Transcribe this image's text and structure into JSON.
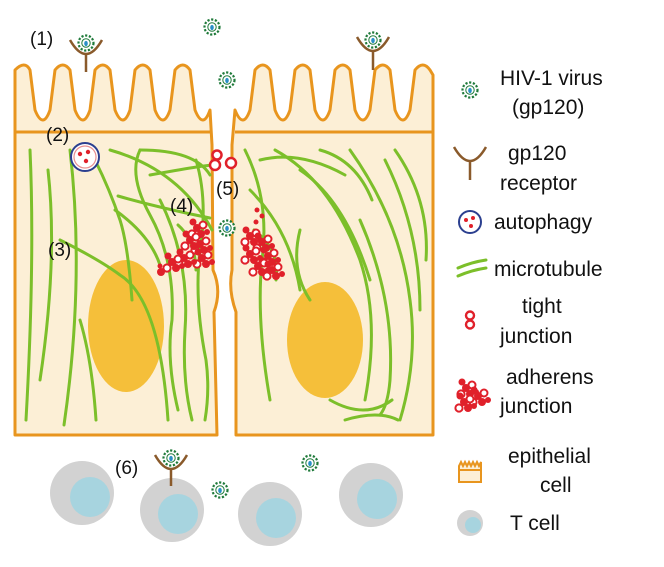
{
  "callouts": {
    "c1": "(1)",
    "c2": "(2)",
    "c3": "(3)",
    "c4": "(4)",
    "c5": "(5)",
    "c6": "(6)"
  },
  "legend": {
    "virus_l1": "HIV-1 virus",
    "virus_l2": "(gp120)",
    "receptor_l1": "gp120",
    "receptor_l2": "receptor",
    "autophagy": "autophagy",
    "microtubule": "microtubule",
    "tight_l1": "tight",
    "tight_l2": "junction",
    "adherens_l1": "adherens",
    "adherens_l2": "junction",
    "epithelial_l1": "epithelial",
    "epithelial_l2": "cell",
    "tcell": "T cell"
  },
  "colors": {
    "cell_fill": "#fcefd6",
    "cell_outline": "#e8951e",
    "nucleus": "#f5bf3a",
    "microtubule": "#7cbf2a",
    "junction": "#e0202a",
    "receptor": "#8a5a2b",
    "virus_spikes": "#1f7a3a",
    "virus_core": "#2a8fc7",
    "autophagy_ring": "#2b3f8f",
    "tcell_outer": "#d2d2d2",
    "tcell_inner": "#a7d4df"
  },
  "icons": [
    "hiv-virus-icon",
    "gp120-receptor-icon",
    "autophagy-icon",
    "microtubule-icon",
    "tight-junction-icon",
    "adherens-junction-icon",
    "epithelial-cell-icon",
    "t-cell-icon"
  ]
}
